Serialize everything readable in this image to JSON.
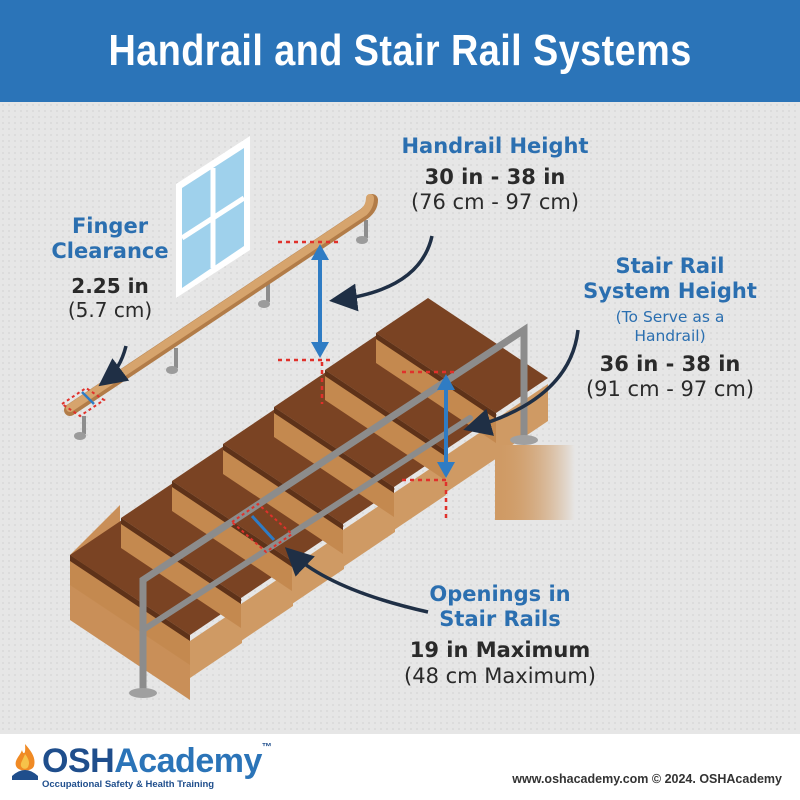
{
  "title": "Handrail and Stair Rail Systems",
  "labels": {
    "finger": {
      "title_line1": "Finger",
      "title_line2": "Clearance",
      "value": "2.25 in",
      "metric": "(5.7 cm)"
    },
    "handrail": {
      "title": "Handrail Height",
      "value": "30 in - 38 in",
      "metric": "(76 cm - 97 cm)"
    },
    "stair_rail": {
      "title_line1": "Stair Rail",
      "title_line2": "System Height",
      "note_line1": "(To Serve as a",
      "note_line2": "Handrail)",
      "value": "36 in - 38 in",
      "metric": "(91 cm - 97 cm)"
    },
    "openings": {
      "title_line1": "Openings in",
      "title_line2": "Stair Rails",
      "value": "19 in Maximum",
      "metric": "(48 cm Maximum)"
    }
  },
  "footer": {
    "logo_osh": "OSH",
    "logo_academy": "Academy",
    "logo_tm": "™",
    "tagline": "Occupational Safety & Health Training",
    "credit": "www.oshacademy.com © 2024. OSHAcademy"
  },
  "colors": {
    "header": "#2b74b8",
    "label_blue": "#2b6fb0",
    "arrow_blue": "#2f7cc4",
    "dim_red": "#e0312b",
    "tread": "#7a4323",
    "riser": "#cf9a64",
    "rail": "#8f8f8f",
    "handrail": "#cf9f6a"
  }
}
